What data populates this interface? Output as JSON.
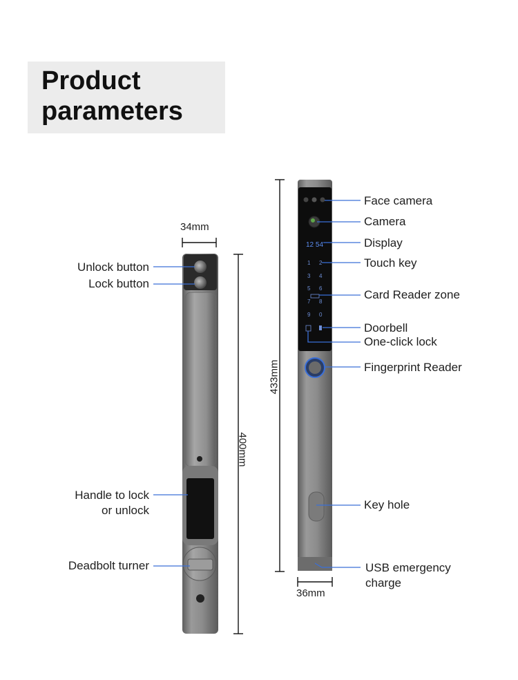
{
  "title": {
    "line1": "Product",
    "line2": "parameters"
  },
  "left_labels": {
    "unlock_button": "Unlock button",
    "lock_button": "Lock button",
    "handle_line1": "Handle to lock",
    "handle_line2": "or unlock",
    "deadbolt": "Deadbolt turner"
  },
  "right_labels": {
    "face_camera": "Face camera",
    "camera": "Camera",
    "display": "Display",
    "touch_key": "Touch key",
    "card_reader": "Card Reader zone",
    "doorbell": "Doorbell",
    "one_click_lock": "One-click lock",
    "fingerprint": "Fingerprint Reader",
    "key_hole": "Key hole",
    "usb_line1": "USB emergency",
    "usb_line2": "charge"
  },
  "dimensions": {
    "left_width": "34mm",
    "left_height": "400mm",
    "right_height": "433mm",
    "right_width": "36mm"
  },
  "display_time": "12 54",
  "keypad_digits": [
    "1",
    "2",
    "3",
    "4",
    "5",
    "6",
    "7",
    "8",
    "9",
    "0"
  ],
  "colors": {
    "accent": "#3a6fd8",
    "body": "#8a8a8a",
    "panel": "#0d0d0d"
  }
}
